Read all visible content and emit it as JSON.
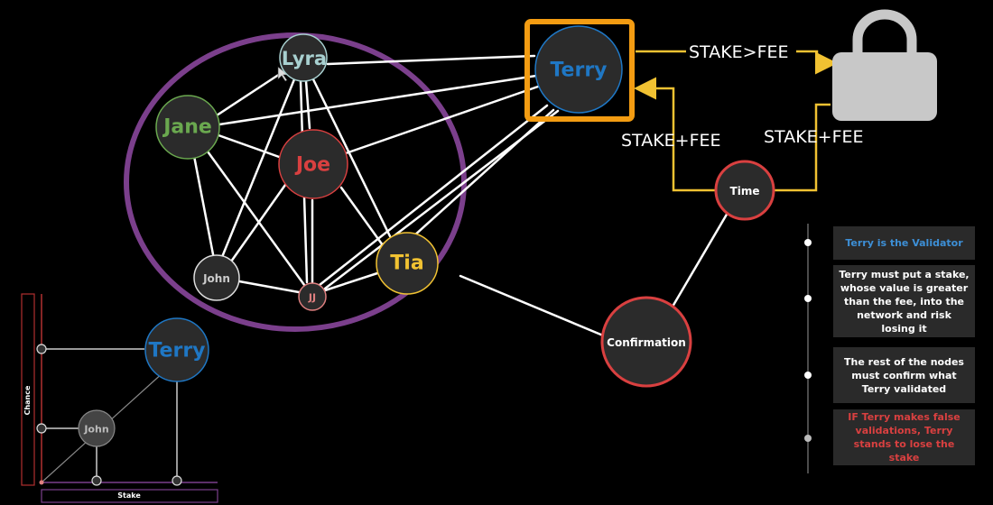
{
  "network": {
    "nodes": {
      "lyra": {
        "label": "Lyra",
        "color": "#a8d0d0"
      },
      "jane": {
        "label": "Jane",
        "color": "#6aa84f"
      },
      "joe": {
        "label": "Joe",
        "color": "#d94040"
      },
      "john": {
        "label": "John",
        "color": "#cccccc"
      },
      "jj": {
        "label": "JJ",
        "color": "#e08080"
      },
      "tia": {
        "label": "Tia",
        "color": "#f1c232"
      },
      "terry": {
        "label": "Terry",
        "color": "#1f77c4"
      },
      "time": {
        "label": "Time",
        "color": "#ffffff"
      },
      "confirmation": {
        "label": "Confirmation",
        "color": "#ffffff"
      }
    },
    "edge_labels": {
      "stake_gt_fee": "STAKE>FEE",
      "stake_plus_fee_left": "STAKE+FEE",
      "stake_plus_fee_right": "STAKE+FEE"
    },
    "colors": {
      "cluster_ring": "#7b3f8c",
      "validator_box": "#f39c12",
      "flow_arrow": "#f1c232",
      "confirm_ring": "#d94040",
      "lock": "#c8c8c8"
    }
  },
  "timeline": {
    "steps": [
      {
        "text": "Terry is the Validator",
        "color": "#3d8fd6"
      },
      {
        "text": "Terry must put a stake, whose value is greater than the fee, into the network and risk losing it",
        "color": "#ffffff"
      },
      {
        "text": "The rest of the nodes must confirm what Terry validated",
        "color": "#ffffff"
      },
      {
        "text": "IF Terry makes false validations, Terry stands to lose the stake",
        "color": "#d94040"
      }
    ]
  },
  "mini_chart": {
    "y_axis_label": "Chance",
    "x_axis_label": "Stake",
    "nodes": {
      "terry": {
        "label": "Terry"
      },
      "john": {
        "label": "John"
      }
    }
  }
}
